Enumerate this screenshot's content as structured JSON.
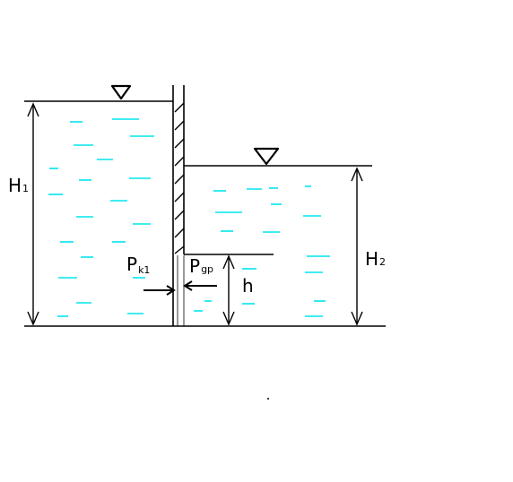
{
  "labels": {
    "H_left": "H",
    "H_left_sub": "1",
    "H_right": "H",
    "H_right_sub": "2",
    "h": "h",
    "P_left": "P",
    "P_left_sub": "k1",
    "P_right": "P",
    "P_right_sub": "gp"
  },
  "colors": {
    "water_dash": "#00e5ee",
    "lines": "#000000",
    "background": "#ffffff"
  },
  "icons": {
    "water_level_marker": "inverted-triangle-icon",
    "hatched_wall": "hatch-wall"
  }
}
